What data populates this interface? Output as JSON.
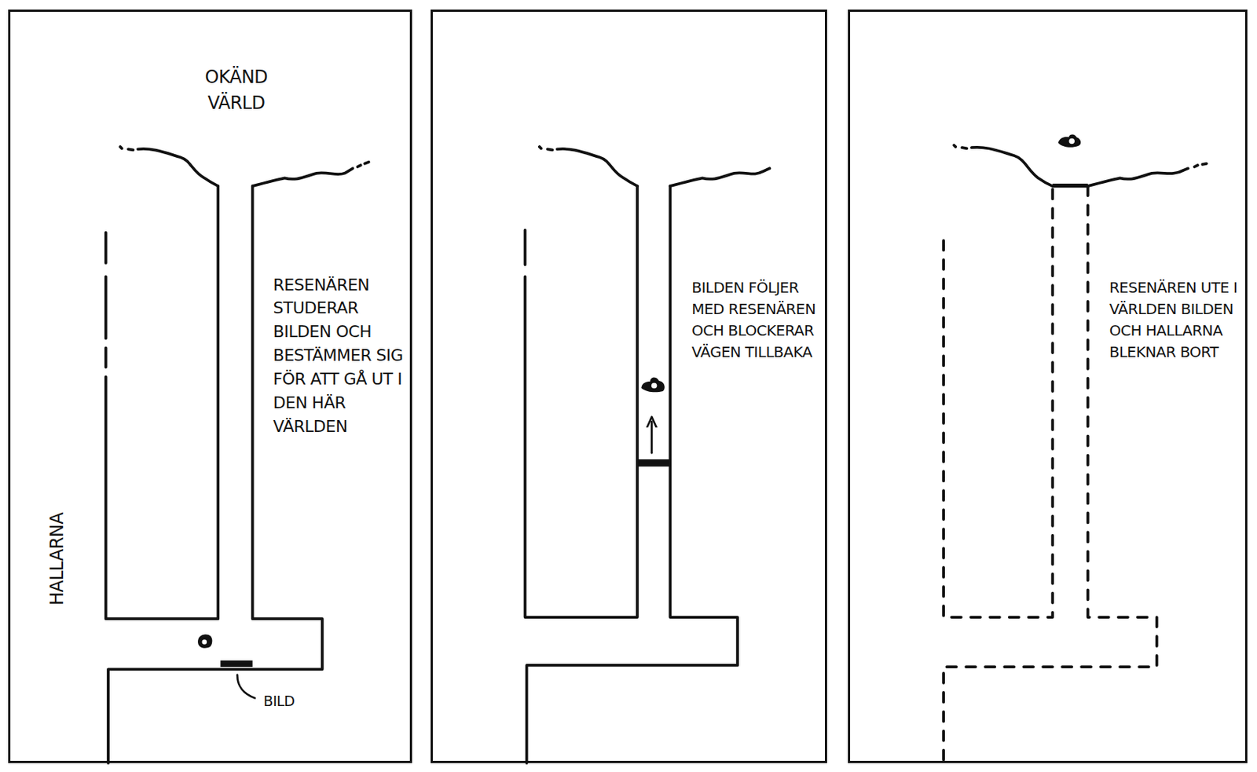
{
  "diagram": {
    "nodes": [
      {
        "text": [
          "OKÄND VÄRLD",
          "HALLARNA",
          "RESENÄREN STUDERAR BILDEN OCH BESTÄMMER SIG FÖR ATT GÅ UT I DEN HÄR VÄRLDEN",
          "BILD"
        ]
      },
      {
        "text": [
          "BILDEN FÖLJER MED RESENÄREN OCH BLOCKERAR VÄGEN TILLBAKA"
        ]
      },
      {
        "text": [
          "RESENÄREN UTE I VÄRLDEN BILDEN OCH HALLARNA BLEKNAR BORT"
        ]
      }
    ]
  }
}
